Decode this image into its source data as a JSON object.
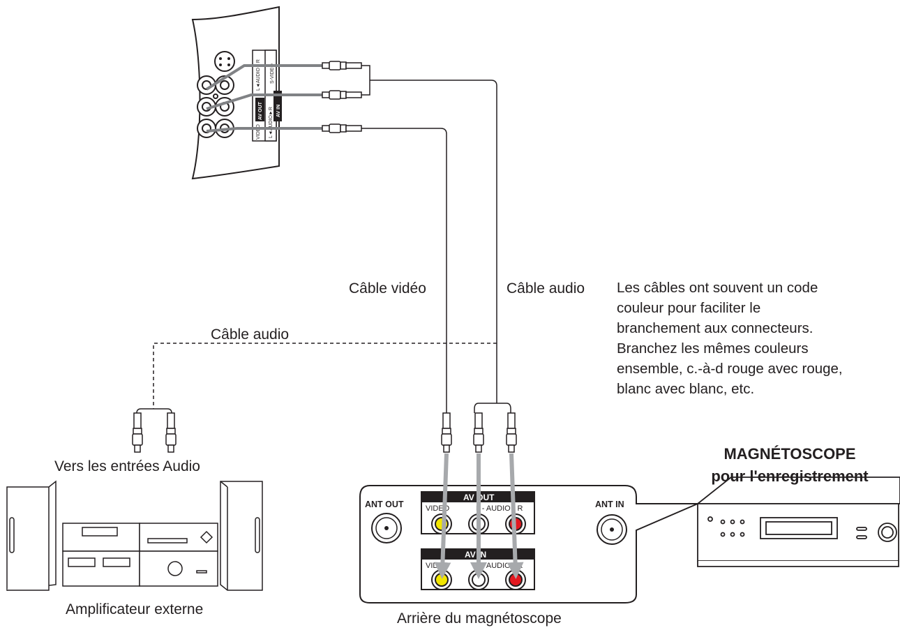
{
  "labels": {
    "cable_video": "Câble vidéo",
    "cable_audio_tv": "Câble audio",
    "cable_audio_amp": "Câble audio",
    "amp_inputs": "Vers les entrées Audio",
    "amp_name": "Amplificateur externe",
    "vcr_rear": "Arrière du magnétoscope",
    "vcr_title_line1": "MAGNÉTOSCOPE",
    "vcr_title_line2": "pour l'enregistrement"
  },
  "note_lines": [
    "Les câbles ont souvent un code",
    "couleur pour faciliter le",
    "branchement aux connecteurs.",
    "Branchez les mêmes couleurs",
    "ensemble, c.-à-d rouge avec rouge,",
    "blanc avec blanc, etc."
  ],
  "tv_panel": {
    "s_video": "S-VIDEO",
    "av_out": "AV OUT",
    "av_in": "AV IN",
    "audio_out": "L◄AUDIO►R",
    "audio_in": "L◄AUDIO►R",
    "video": "VIDEO"
  },
  "vcr_panel": {
    "ant_out": "ANT OUT",
    "ant_in": "ANT IN",
    "av_out": "AV OUT",
    "av_in": "AV IN",
    "video": "VIDEO",
    "audio": "L - AUDIO - R"
  },
  "colors": {
    "video_jack": "#f2e600",
    "left_jack": "#ffffff",
    "right_jack": "#e3181f",
    "arrow": "#a7a9ac",
    "outline": "#231f20"
  }
}
